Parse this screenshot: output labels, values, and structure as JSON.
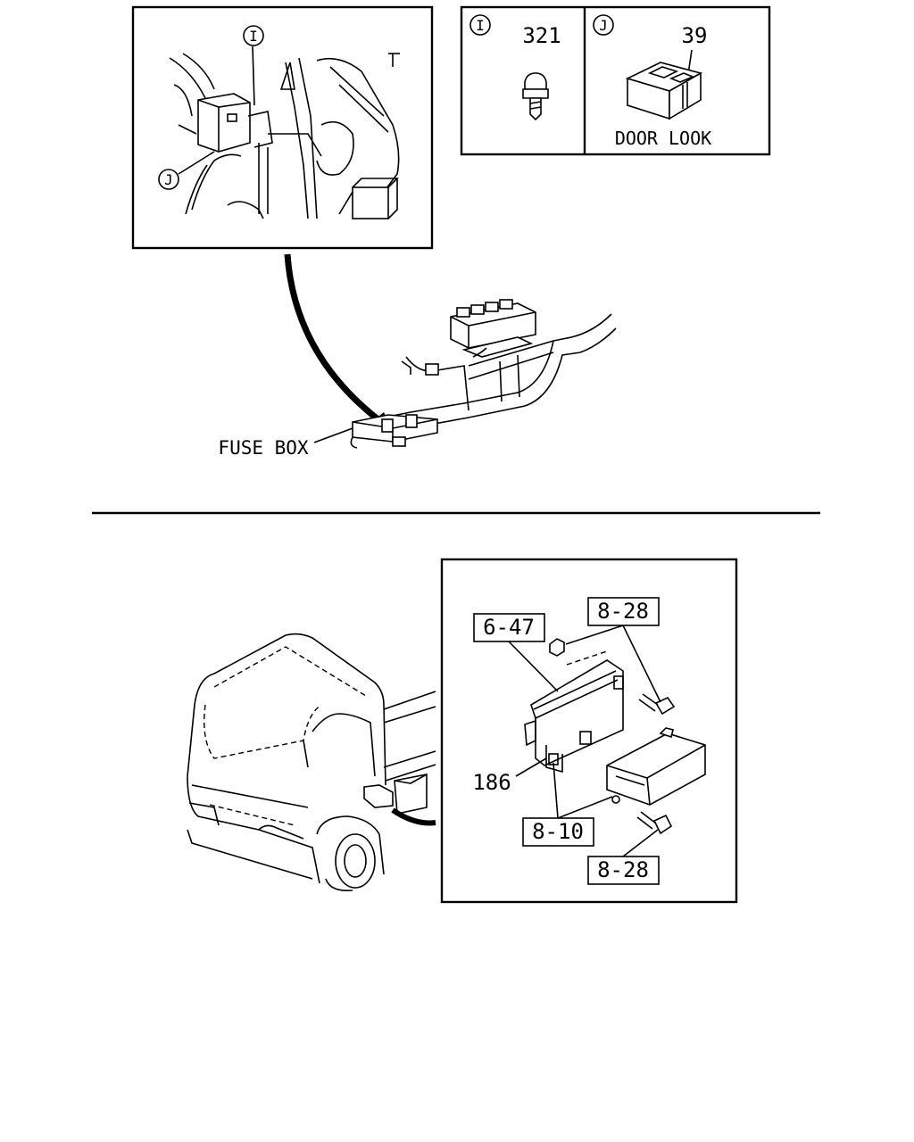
{
  "callouts": {
    "detail_i": {
      "marker": "I",
      "part_number": "321"
    },
    "detail_j": {
      "marker": "J",
      "part_number": "39",
      "caption": "DOOR LOOK"
    },
    "view_marker_i": "I",
    "view_marker_j": "J"
  },
  "labels": {
    "fuse_box": "FUSE BOX",
    "ref_6_47": "6-47",
    "ref_8_28_top": "8-28",
    "ref_186": "186",
    "ref_8_10": "8-10",
    "ref_8_28_bottom": "8-28"
  },
  "colors": {
    "ink": "#000000",
    "paper": "#ffffff"
  }
}
